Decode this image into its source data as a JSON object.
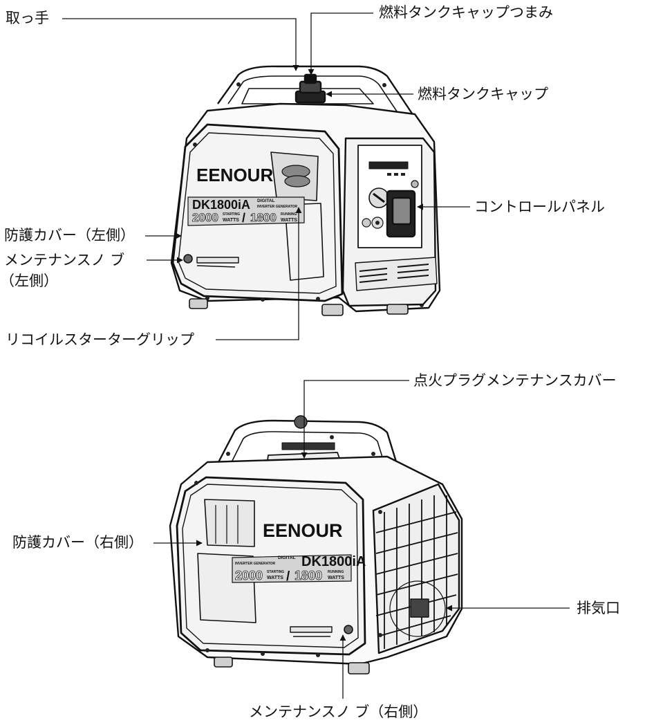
{
  "diagram": {
    "top": {
      "labels": {
        "handle": "取っ手",
        "fuel_cap_knob": "燃料タンクキャップつまみ",
        "fuel_cap": "燃料タンクキャップ",
        "control_panel": "コントロールパネル",
        "guard_cover_left": "防護カバー（左側）",
        "knob_left_line1": "メンテナンスノ ブ",
        "knob_left_line2": "（左側）",
        "recoil_grip": "リコイルスターターグリップ"
      },
      "brand": {
        "logo": "EENOUR",
        "model": "DK1800iA",
        "type_line1": "DIGITAL",
        "type_line2": "INVERTER GENERATOR",
        "starting_watts": "2000",
        "starting_label1": "STARTING",
        "running_watts": "1800",
        "running_label1": "RUNNING",
        "watts": "WATTS",
        "slash": "/"
      }
    },
    "bottom": {
      "labels": {
        "spark_plug_cover": "点火プラグメンテナンスカバー",
        "guard_cover_right": "防護カバー（右側）",
        "exhaust": "排気口",
        "knob_right": "メンテナンスノ ブ（右側）"
      },
      "brand": {
        "logo": "EENOUR",
        "model": "DK1800iA",
        "type_line1": "DIGITAL",
        "type_line2": "INVERTER GENERATOR",
        "starting_watts": "2000",
        "starting_label1": "STARTING",
        "running_watts": "1800",
        "running_label1": "RUNNING",
        "watts": "WATTS",
        "slash": "/"
      }
    }
  }
}
